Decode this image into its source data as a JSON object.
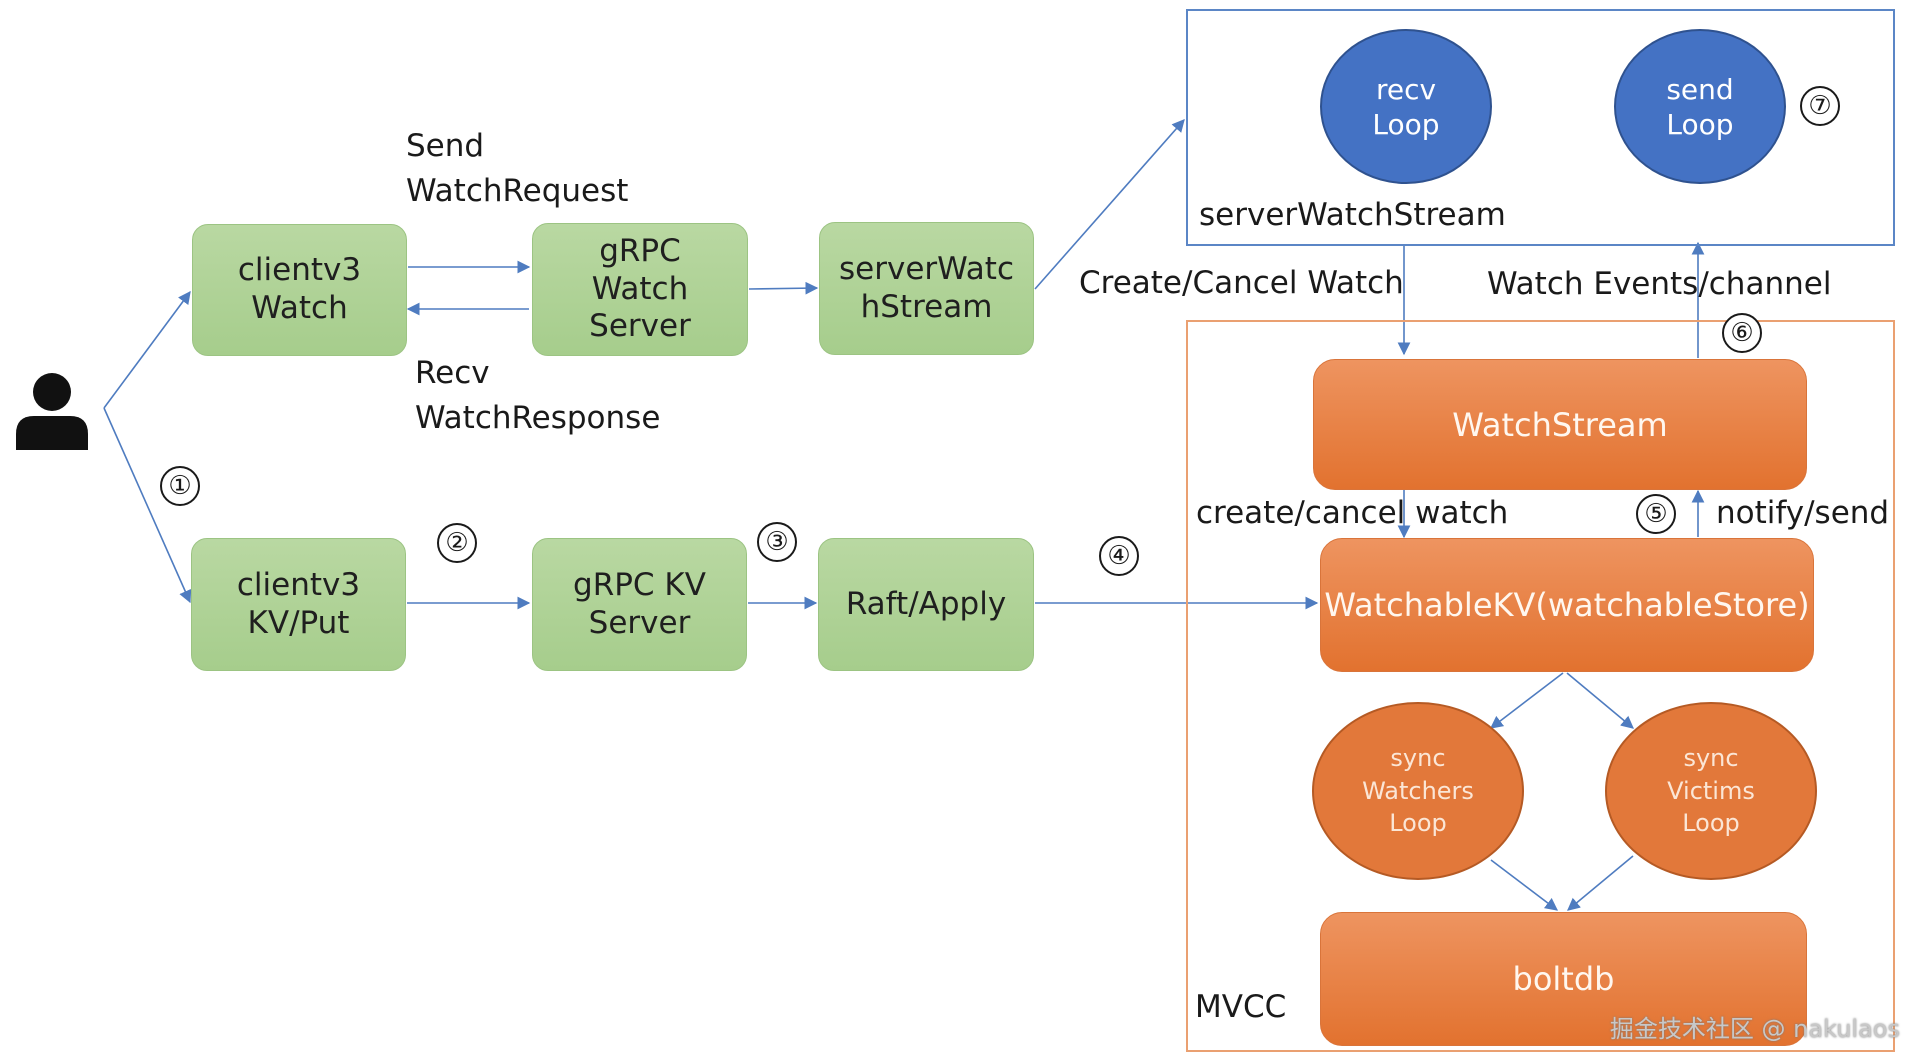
{
  "colors": {
    "arrow": "#4f7cc0",
    "green": "#a9cf8f",
    "orange": "#e57a3c",
    "blue": "#4472c4"
  },
  "nodes": {
    "client_watch": "clientv3\nWatch",
    "grpc_watch_server": "gRPC\nWatch\nServer",
    "server_watch_stream_box": "serverWatc\nhStream",
    "client_kv_put": "clientv3\nKV/Put",
    "grpc_kv_server": "gRPC KV\nServer",
    "raft_apply": "Raft/Apply",
    "recv_loop": "recv\nLoop",
    "send_loop": "send\nLoop",
    "watch_stream": "WatchStream",
    "watchable_kv": "WatchableKV(watchableStore)",
    "sync_watchers_loop": "sync\nWatchers\nLoop",
    "sync_victims_loop": "sync\nVictims\nLoop",
    "boltdb": "boltdb"
  },
  "labels": {
    "send_watch_request": "Send\nWatchRequest",
    "recv_watch_response": "Recv\nWatchResponse",
    "server_watch_stream": "serverWatchStream",
    "create_cancel_watch": "Create/Cancel Watch",
    "watch_events_channel": "Watch Events/channel",
    "create_cancel_watch_lower": "create/cancel watch",
    "notify_send": "notify/send",
    "mvcc": "MVCC"
  },
  "steps": [
    "①",
    "②",
    "③",
    "④",
    "⑤",
    "⑥",
    "⑦"
  ],
  "watermark": "掘金技术社区 @ nakulaos",
  "icons": {
    "user": "user-icon"
  }
}
